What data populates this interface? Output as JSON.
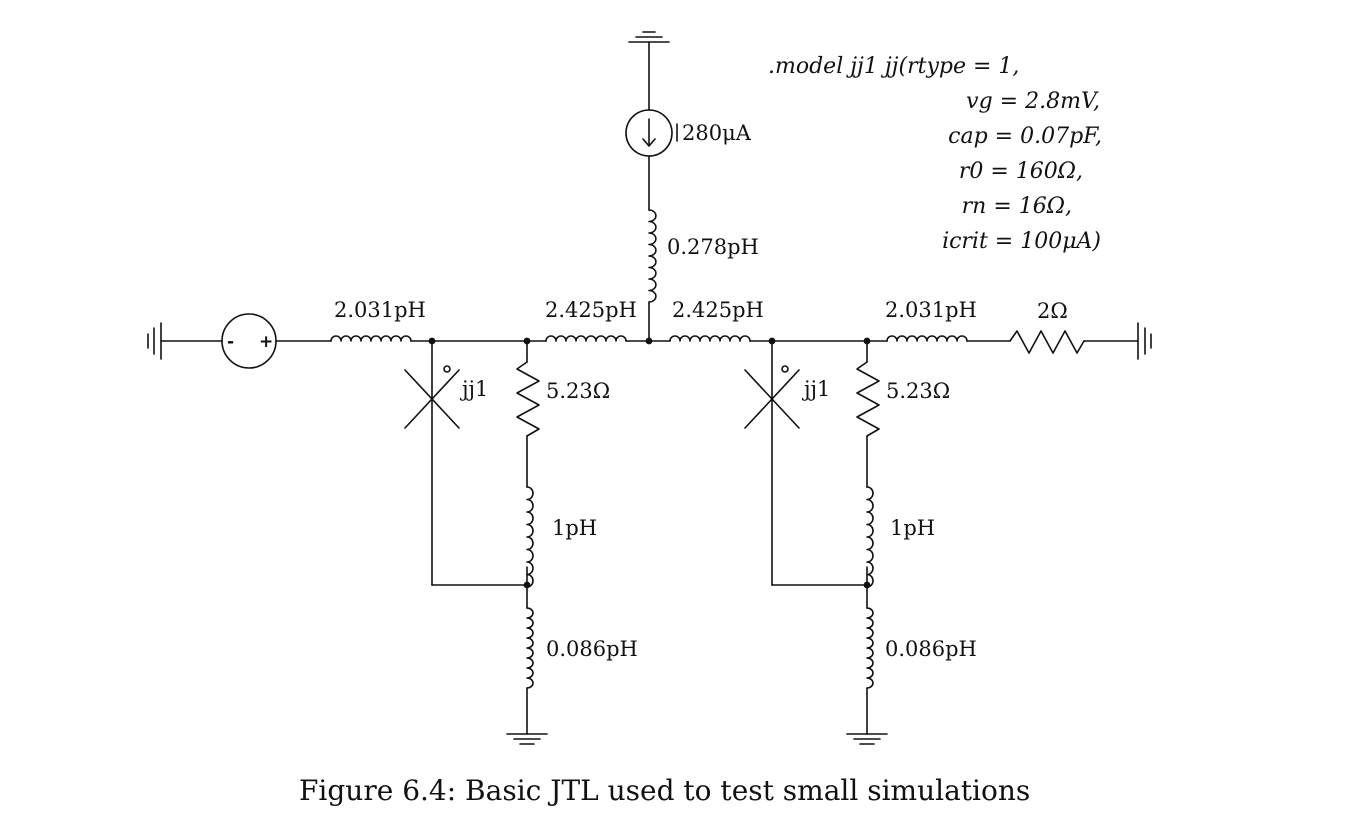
{
  "diagram": {
    "model_lines": [
      ".model jj1 jj(rtype = 1,",
      "vg = 2.8mV,",
      "cap = 0.07pF,",
      "r0 = 160Ω,",
      "rn = 16Ω,",
      "icrit = 100μA)"
    ],
    "labels": {
      "current_source": "280μA",
      "l_top": "0.278pH",
      "l_in": "2.031pH",
      "l_mid_left": "2.425pH",
      "l_mid_right": "2.425pH",
      "l_out": "2.031pH",
      "r_out": "2Ω",
      "jj_left": "jj1",
      "jj_right": "jj1",
      "r_shunt_left": "5.23Ω",
      "r_shunt_right": "5.23Ω",
      "l_shunt_left": "1pH",
      "l_shunt_right": "1pH",
      "l_gnd_left": "0.086pH",
      "l_gnd_right": "0.086pH",
      "source_minus": "-",
      "source_plus": "+"
    },
    "caption": "Figure 6.4: Basic JTL used to test small simulations"
  }
}
